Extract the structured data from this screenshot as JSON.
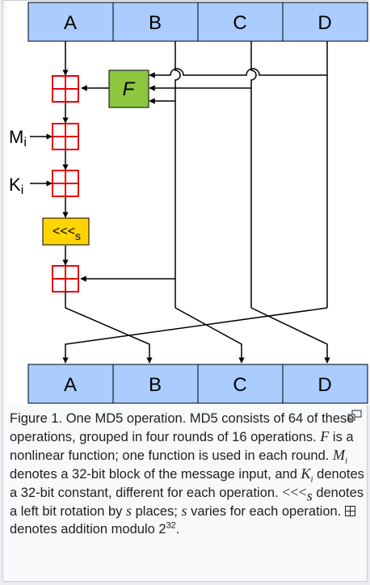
{
  "diagram": {
    "top_registers": [
      "A",
      "B",
      "C",
      "D"
    ],
    "bottom_registers": [
      "A",
      "B",
      "C",
      "D"
    ],
    "function_label": "F",
    "message_label_base": "M",
    "message_label_sub": "i",
    "constant_label_base": "K",
    "constant_label_sub": "i",
    "rotate_label_base": "<<<",
    "rotate_label_sub": "s",
    "colors": {
      "register_fill": "#aaccff",
      "register_stroke": "#000000",
      "adder_stroke": "#e8000b",
      "function_fill": "#8dc63f",
      "rotate_fill": "#ffd400"
    }
  },
  "caption": {
    "p1": "Figure 1. One MD5 operation. MD5 consists of 64 of these operations, grouped in four rounds of 16 operations. ",
    "f_symbol": "F",
    "p2": " is a nonlinear function; one function is used in each round. ",
    "m_base": "M",
    "m_sub": "i",
    "p3": " denotes a 32-bit block of the message input, and ",
    "k_base": "K",
    "k_sub": "i",
    "p4": " denotes a 32-bit constant, different for each operation. ",
    "rot_base": "<<<",
    "rot_sub": "s",
    "p5": " denotes a left bit rotation by ",
    "s1": "s",
    "p6": " places; ",
    "s2": "s",
    "p7": " varies for each operation. ",
    "p8": " denotes addition modulo 2",
    "exponent": "32",
    "p9": "."
  }
}
